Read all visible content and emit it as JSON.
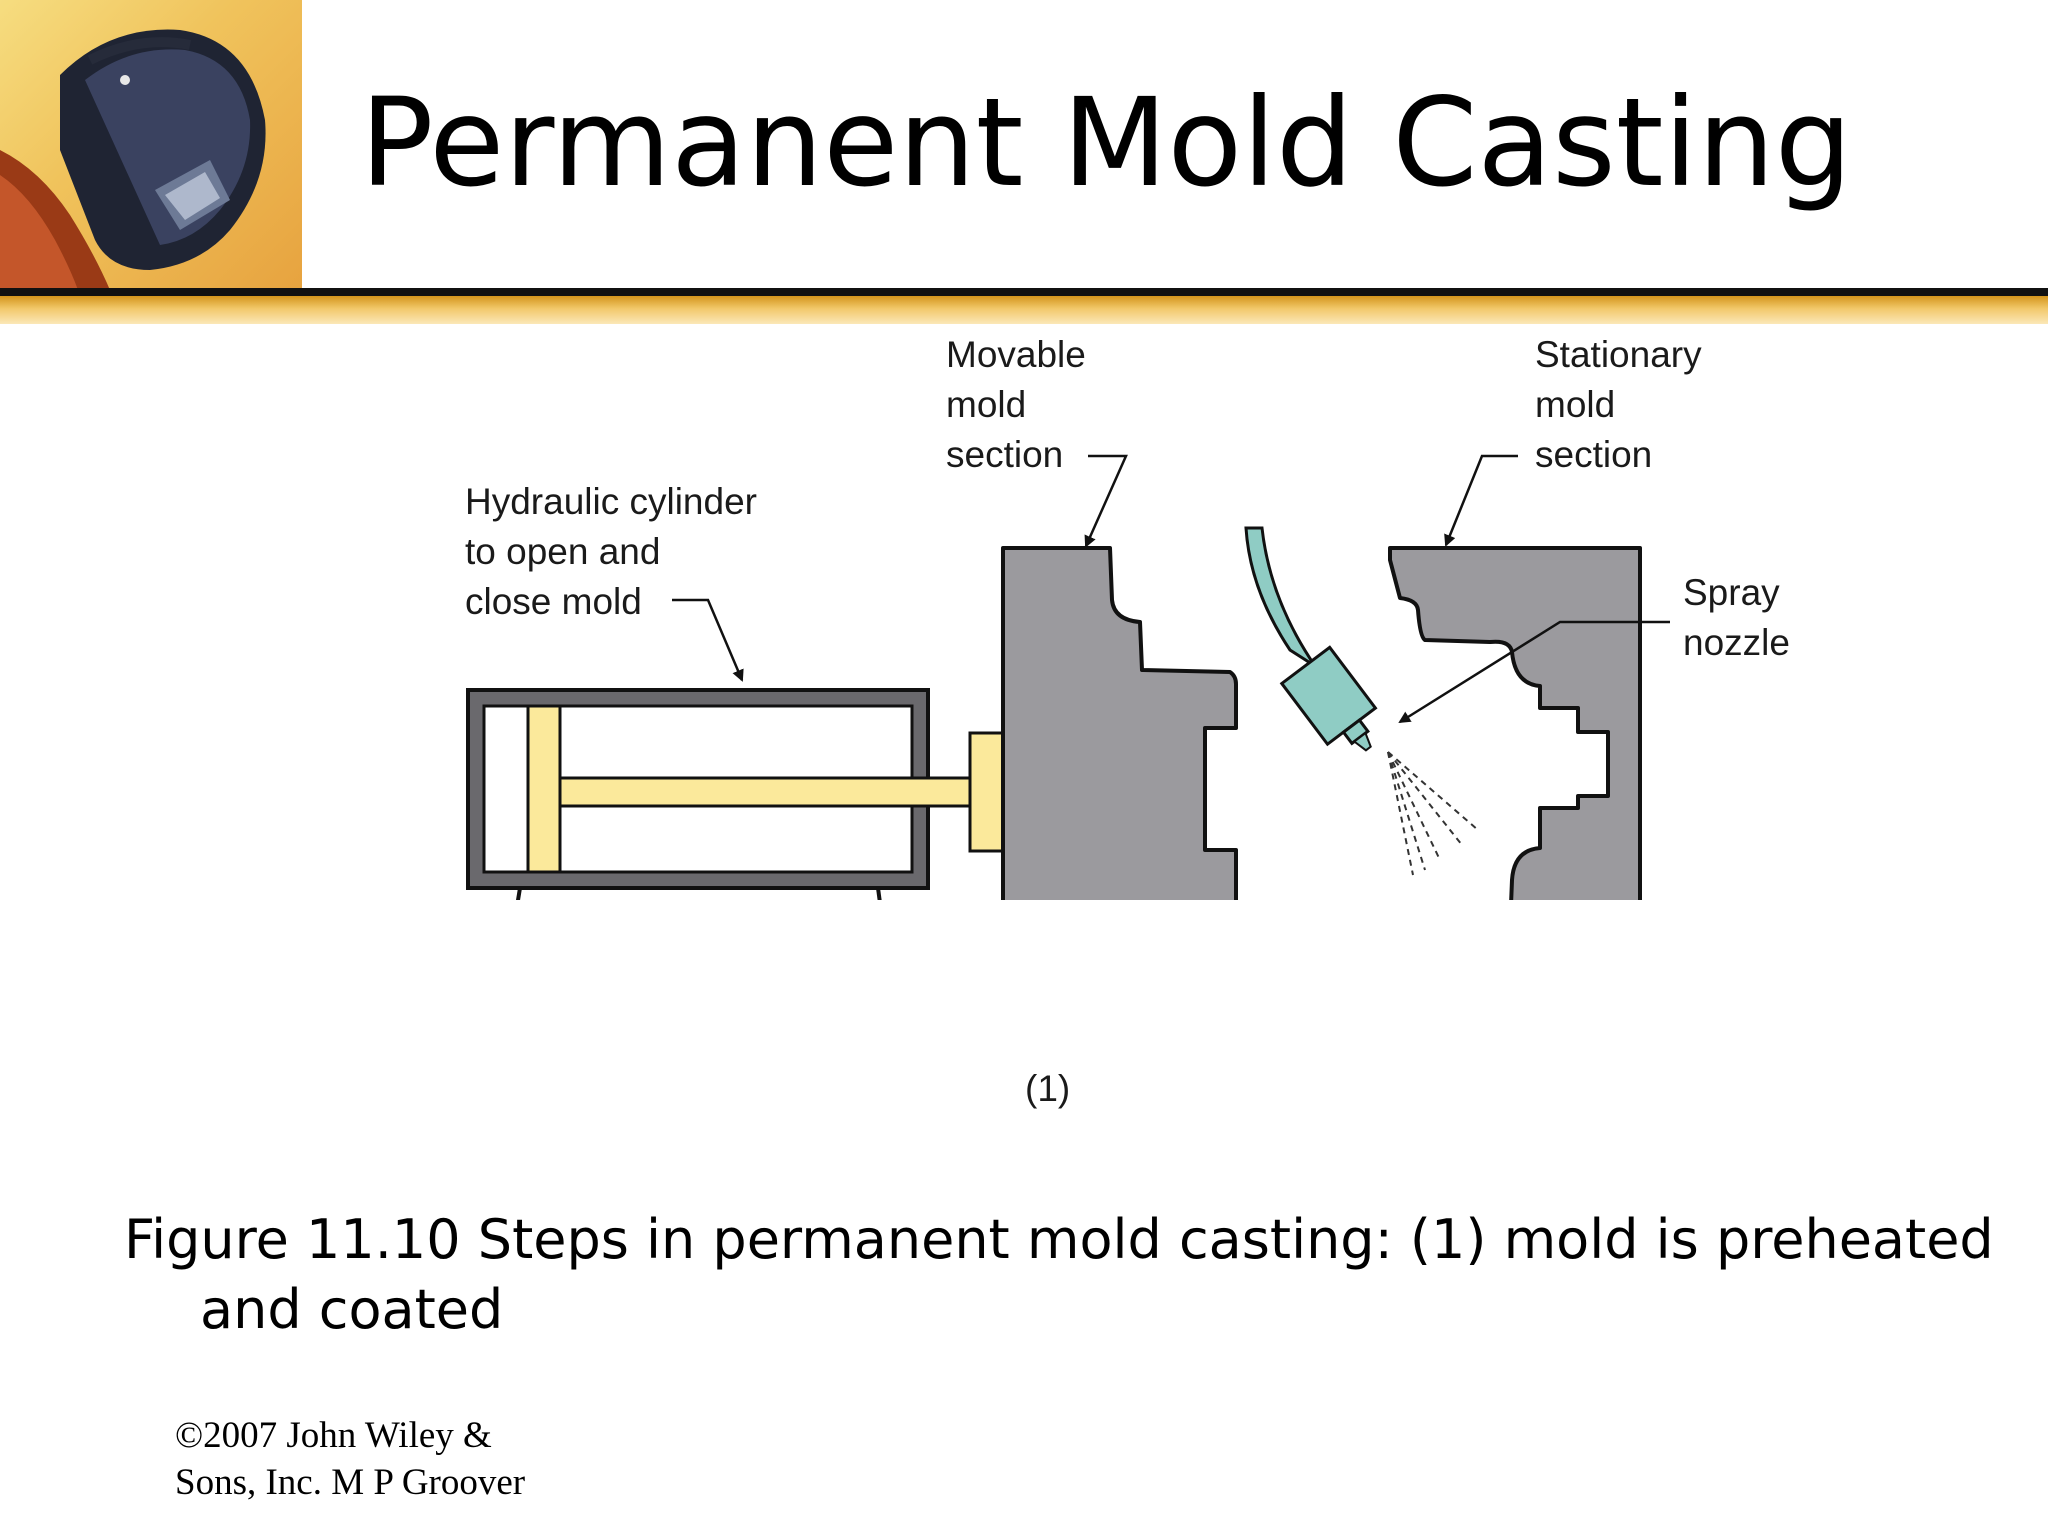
{
  "slide": {
    "title": "Permanent Mold Casting"
  },
  "diagram": {
    "labels": {
      "hydraulic_cylinder": "Hydraulic cylinder\nto open and\nclose mold",
      "movable_mold": "Movable\nmold\nsection",
      "stationary_mold": "Stationary\nmold\nsection",
      "spray_nozzle": "Spray\nnozzle"
    },
    "step_label": "(1)",
    "colors": {
      "mold_gray": "#9b9a9e",
      "piston_yellow": "#fbe99b",
      "nozzle_teal": "#8fccc4"
    }
  },
  "caption": "Figure 11.10  Steps in permanent mold casting: (1) mold is preheated and coated",
  "footer": {
    "copyright": "©2007 John Wiley & Sons, Inc.  M P Groover"
  }
}
